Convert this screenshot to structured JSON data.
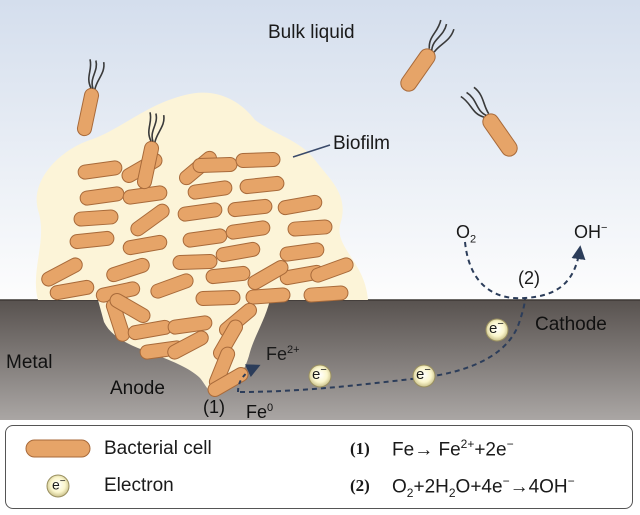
{
  "labels": {
    "bulk_liquid": "Bulk liquid",
    "biofilm": "Biofilm",
    "metal": "Metal",
    "anode": "Anode",
    "cathode": "Cathode",
    "step1": "(1)",
    "step2": "(2)",
    "electron_symbol": "e",
    "electron_charge": "−",
    "fe2_base": "Fe",
    "fe2_sup": "2+",
    "fe0_base": "Fe",
    "fe0_sup": "0",
    "o2_base": "O",
    "o2_sub": "2",
    "oh_base": "OH",
    "oh_sup": "−"
  },
  "legend": {
    "bacterial_cell": "Bacterial cell",
    "electron": "Electron",
    "eq1_num": "(1)",
    "eq1_a": "Fe",
    "eq1_arrow": "→",
    "eq1_b": " Fe",
    "eq1_b_sup": "2+",
    "eq1_c": "+2e",
    "eq1_c_sup": "−",
    "eq2_num": "(2)",
    "eq2_a": "O",
    "eq2_a_sub": "2",
    "eq2_b": "+2H",
    "eq2_b_sub": "2",
    "eq2_c": "O+4e",
    "eq2_c_sup": "−",
    "eq2_arrow": "→",
    "eq2_d": "4OH",
    "eq2_d_sup": "−"
  },
  "colors": {
    "sky_top": "#d4deed",
    "sky_bottom": "#fdfdfd",
    "metal_top": "#58524f",
    "metal_bottom": "#a8a4a2",
    "biofilm": "#fcf4d8",
    "bacteria": "#e6a468",
    "bacteria_outline": "#a86a3a",
    "flagella": "#3a3a3a",
    "electron_fill": "#fbf6cc",
    "dashed_path": "#2c3d5a"
  },
  "icons": [
    "bacterial-cell-icon",
    "electron-icon",
    "arrow-icon"
  ]
}
